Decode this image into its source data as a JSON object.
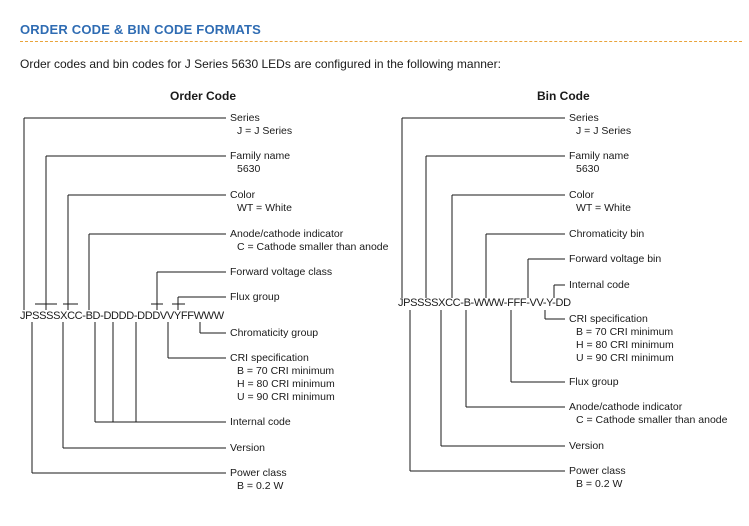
{
  "title": "ORDER CODE & BIN CODE FORMATS",
  "intro": "Order codes and bin codes for J Series 5630 LEDs are configured in the following manner:",
  "order": {
    "heading": "Order Code",
    "code": "JPSSSSXCC-BD-DDDD-DDDVVYFFWWW",
    "series": {
      "title": "Series",
      "sub": "J = J Series"
    },
    "family": {
      "title": "Family name",
      "sub": "5630"
    },
    "color": {
      "title": "Color",
      "sub": "WT = White"
    },
    "anode": {
      "title": "Anode/cathode indicator",
      "sub": "C = Cathode smaller than anode"
    },
    "voltage": {
      "title": "Forward voltage class"
    },
    "flux": {
      "title": "Flux group"
    },
    "chroma": {
      "title": "Chromaticity group"
    },
    "cri": {
      "title": "CRI specification",
      "sub1": "B = 70 CRI minimum",
      "sub2": "H = 80 CRI minimum",
      "sub3": "U = 90 CRI minimum"
    },
    "internal": {
      "title": "Internal code"
    },
    "version": {
      "title": "Version"
    },
    "power": {
      "title": "Power class",
      "sub": "B = 0.2 W"
    }
  },
  "bin": {
    "heading": "Bin Code",
    "code": "JPSSSSXCC-B-WWW-FFF-VV-Y-DD",
    "series": {
      "title": "Series",
      "sub": "J = J Series"
    },
    "family": {
      "title": "Family name",
      "sub": "5630"
    },
    "color": {
      "title": "Color",
      "sub": "WT = White"
    },
    "chroma": {
      "title": "Chromaticity bin"
    },
    "voltage": {
      "title": "Forward voltage bin"
    },
    "internal": {
      "title": "Internal code"
    },
    "cri": {
      "title": "CRI specification",
      "sub1": "B = 70 CRI minimum",
      "sub2": "H = 80 CRI minimum",
      "sub3": "U = 90 CRI minimum"
    },
    "flux": {
      "title": "Flux group"
    },
    "anode": {
      "title": "Anode/cathode indicator",
      "sub": "C = Cathode smaller than anode"
    },
    "version": {
      "title": "Version"
    },
    "power": {
      "title": "Power class",
      "sub": "B = 0.2 W"
    }
  }
}
